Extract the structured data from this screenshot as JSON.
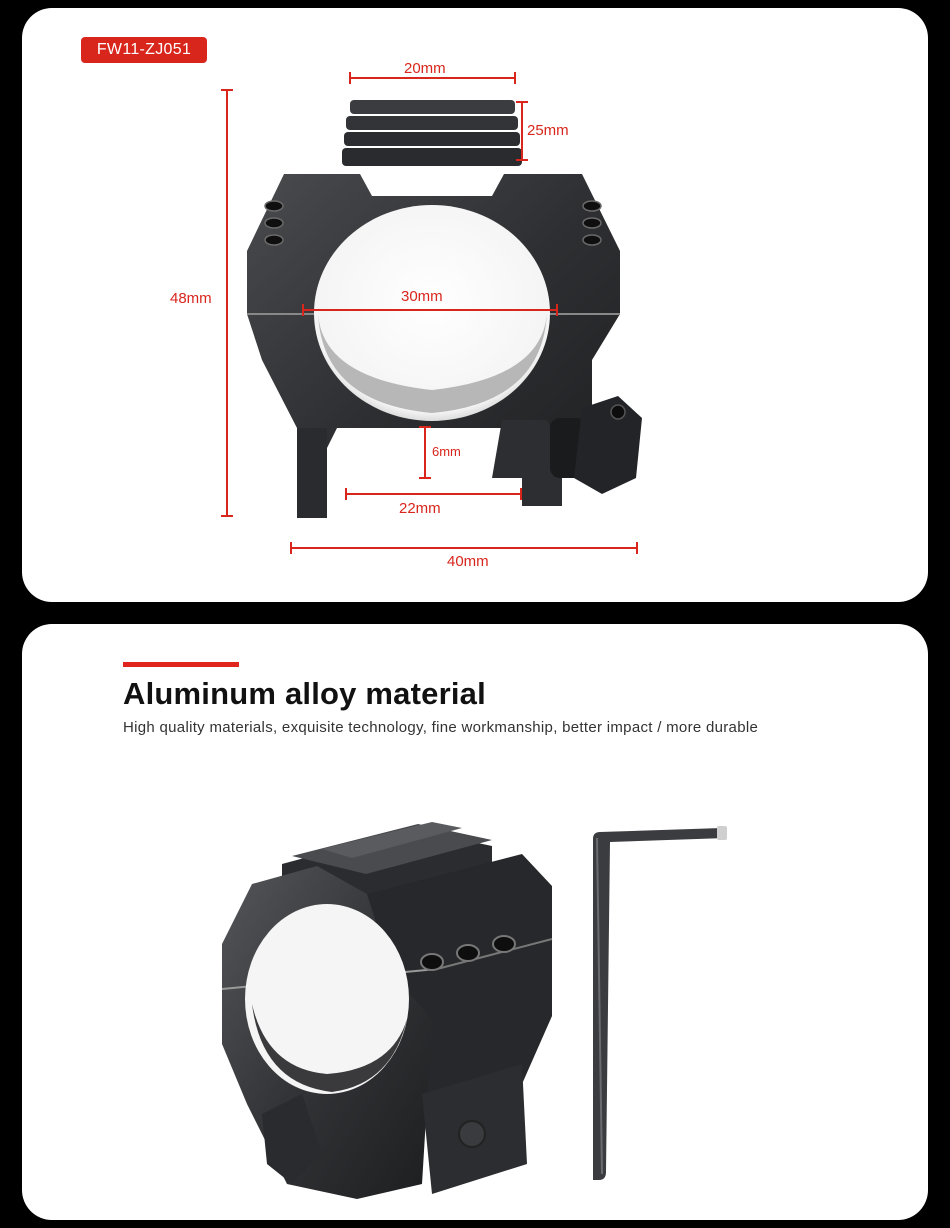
{
  "model": {
    "code": "FW11-ZJ051"
  },
  "dimensions": {
    "top_rail_width": "20mm",
    "top_rail_height": "25mm",
    "total_height": "48mm",
    "ring_diameter": "30mm",
    "base_height": "6mm",
    "base_rail_width": "22mm",
    "total_width": "40mm"
  },
  "feature": {
    "title": "Aluminum alloy material",
    "description": "High quality materials, exquisite technology, fine workmanship, better impact / more durable"
  },
  "colors": {
    "accent": "#d8261c",
    "card": "#ffffff",
    "background": "#000000"
  }
}
